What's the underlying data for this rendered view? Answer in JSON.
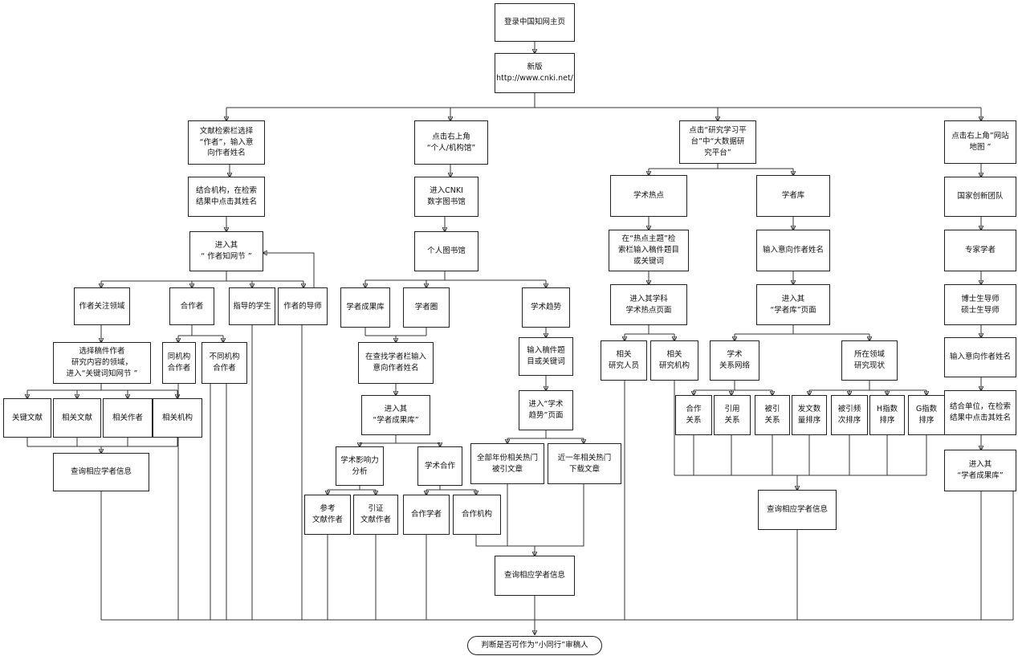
{
  "nodes": {
    "top_home": "登录中国知网主页",
    "top_newver": "新版\nhttp://www.cnki.net/",
    "c1_search": "文献检索栏选择\n“作者”，输入意\n向作者姓名",
    "c1_combine": "结合机构，在检索\n结果中点击其姓名",
    "c1_enter": "进入其\n“ 作者知网节 ”",
    "c1_focus": "作者关注领域",
    "c1_coauthor": "合作者",
    "c1_students": "指导的学生",
    "c1_mentor": "作者的导师",
    "c1_select": "选择稿件作者\n研究内容的领域，\n进入“关键词知网节 ”",
    "c1_same_inst": "同机构\n合作者",
    "c1_diff_inst": "不同机构\n合作者",
    "c1_kw_doc": "关键文献",
    "c1_rel_doc": "相关文献",
    "c1_rel_author": "相关作者",
    "c1_rel_inst": "相关机构",
    "c1_query": "查询相应学者信息",
    "c2_click": "点击右上角\n“个人/机构馆”",
    "c2_enter_lib": "进入CNKI\n数字图书馆",
    "c2_personal": "个人图书馆",
    "c2_results_lib": "学者成果库",
    "c2_circle": "学者圈",
    "c2_trend": "学术趋势",
    "c2_find": "在查找学者栏输入\n意向作者姓名",
    "c2_enter_results": "进入其\n“学者成果库”",
    "c2_kw_input": "输入稿件题\n目或关键词",
    "c2_trend_page": "进入“学术\n趋势”页面",
    "c2_influence": "学术影响力\n分析",
    "c2_coop": "学术合作",
    "c2_allyears": "全部年份相关热门\n被引文章",
    "c2_lastyear": "近一年相关热门\n下载文章",
    "c2_ref_author": "参考\n文献作者",
    "c2_cite_author": "引证\n文献作者",
    "c2_coop_scholar": "合作学者",
    "c2_coop_inst": "合作机构",
    "c2_query": "查询相应学者信息",
    "c3_click": "点击“研究学习平\n台”中“大数据研\n究平台”",
    "c3_hot": "学术热点",
    "c3_scholars": "学者库",
    "c3_hot_input": "在“热点主题”检\n索栏输入稿件题目\n或关键词",
    "c3_enter_hot": "进入其学科\n学术热点页面",
    "c3_rel_people": "相关\n研究人员",
    "c3_rel_inst": "相关\n研究机构",
    "c3_input_name": "输入意向作者姓名",
    "c3_enter_scholar": "进入其\n“学者库”页面",
    "c3_network": "学术\n关系网络",
    "c3_status": "所在领域\n研究现状",
    "c3_coop_rel": "合作\n关系",
    "c3_cite_rel": "引用\n关系",
    "c3_cited_rel": "被引\n关系",
    "c3_pub_rank": "发文数\n量排序",
    "c3_cite_rank": "被引频\n次排序",
    "c3_h_rank": "H指数\n排序",
    "c3_g_rank": "G指数\n排序",
    "c3_query": "查询相应学者信息",
    "c4_click": "点击右上角”网站\n地图 ”",
    "c4_team": "国家创新团队",
    "c4_expert": "专家学者",
    "c4_supervisor": "博士生导师\n硕士生导师",
    "c4_input": "输入意向作者姓名",
    "c4_combine": "结合单位，在检索\n结果中点击其姓名",
    "c4_enter": "进入其\n“学者成果库”",
    "final": "判断是否可作为“小同行”审稿人"
  }
}
